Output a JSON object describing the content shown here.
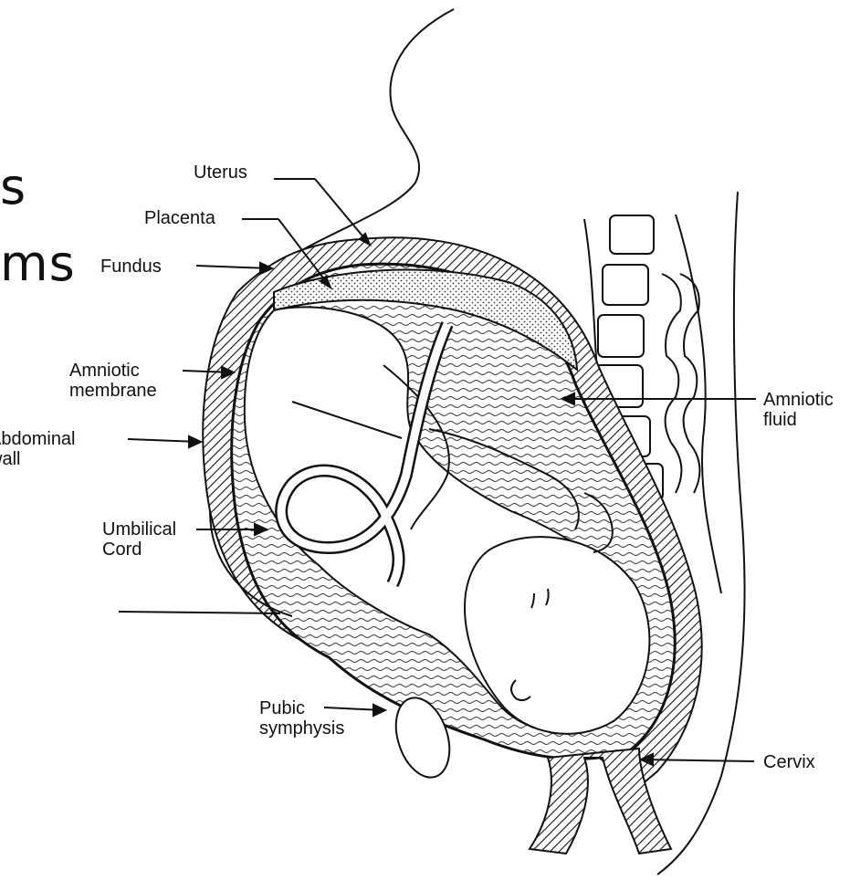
{
  "slide_fragments": {
    "line1": "s",
    "line2": "ms"
  },
  "labels": {
    "uterus": "Uterus",
    "placenta": "Placenta",
    "fundus": "Fundus",
    "amniotic_membrane_1": "Amniotic",
    "amniotic_membrane_2": "membrane",
    "abdominal_wall_1": "Abdominal",
    "abdominal_wall_2": "wall",
    "umbilical_cord_1": "Umbilical",
    "umbilical_cord_2": "Cord",
    "pubic_symphysis_1": "Pubic",
    "pubic_symphysis_2": "symphysis",
    "amniotic_fluid_1": "Amniotic",
    "amniotic_fluid_2": "fluid",
    "cervix": "Cervix"
  },
  "colors": {
    "ink": "#111111",
    "background": "#ffffff"
  }
}
